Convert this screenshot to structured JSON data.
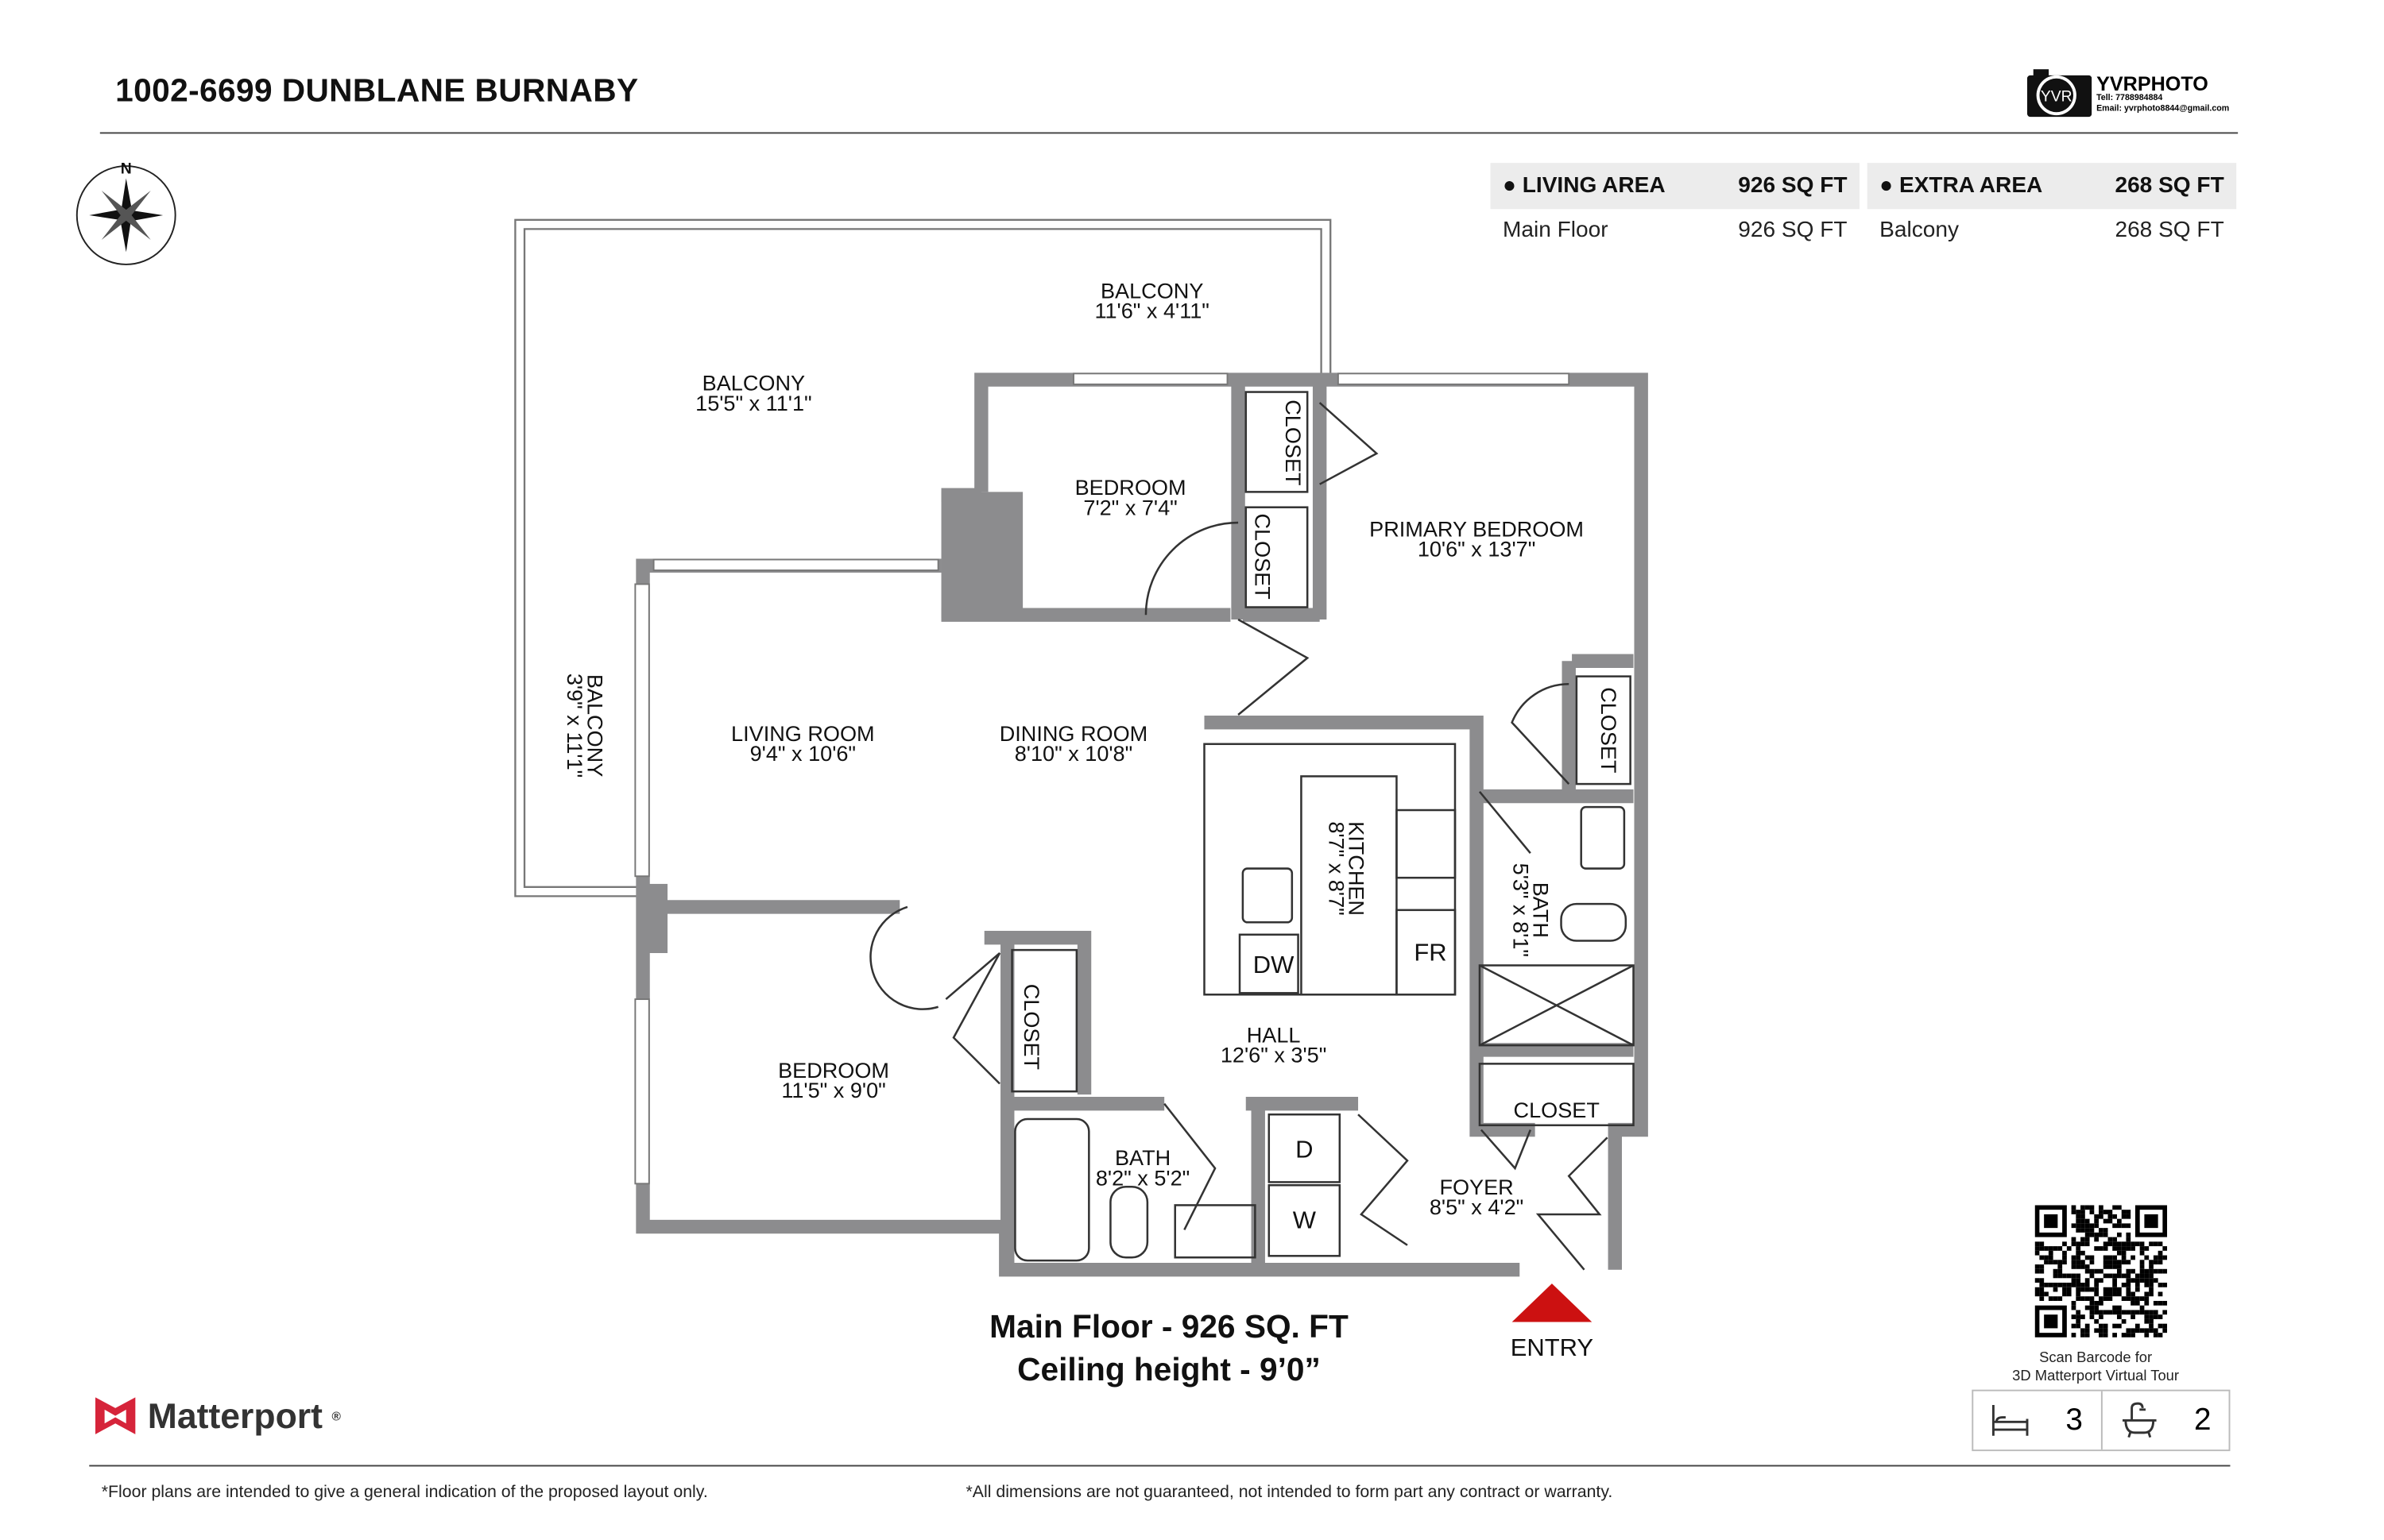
{
  "header": {
    "title": "1002-6699 DUNBLANE BURNABY"
  },
  "logo": {
    "name": "YVRPHOTO",
    "badge": "YVR",
    "tel": "Tell:  7788984884",
    "email": "Email:  yvrphoto8844@gmail.com"
  },
  "compass": {
    "north_label": "N"
  },
  "areas": {
    "living": {
      "label": "LIVING AREA",
      "total": "926 SQ FT",
      "rows": [
        {
          "name": "Main Floor",
          "value": "926 SQ FT"
        }
      ]
    },
    "extra": {
      "label": "EXTRA AREA",
      "total": "268 SQ FT",
      "rows": [
        {
          "name": "Balcony",
          "value": "268 SQ FT"
        }
      ]
    }
  },
  "rooms": {
    "balcony_top": {
      "name": "BALCONY",
      "dims": "11'6\" x 4'11\""
    },
    "balcony_main": {
      "name": "BALCONY",
      "dims": "15'5\" x 11'1\""
    },
    "balcony_side": {
      "name": "BALCONY",
      "dims": "3'9\" x 11'1\""
    },
    "bedroom_upper": {
      "name": "BEDROOM",
      "dims": "7'2\" x 7'4\""
    },
    "primary_bedroom": {
      "name": "PRIMARY BEDROOM",
      "dims": "10'6\" x 13'7\""
    },
    "living_room": {
      "name": "LIVING ROOM",
      "dims": "9'4\" x 10'6\""
    },
    "dining_room": {
      "name": "DINING ROOM",
      "dims": "8'10\" x 10'8\""
    },
    "kitchen": {
      "name": "KITCHEN",
      "dims": "8'7\" x 8'7\""
    },
    "bath_primary": {
      "name": "BATH",
      "dims": "5'3\" x 8'1\""
    },
    "hall": {
      "name": "HALL",
      "dims": "12'6\" x 3'5\""
    },
    "bedroom_lower": {
      "name": "BEDROOM",
      "dims": "11'5\" x 9'0\""
    },
    "bath_lower": {
      "name": "BATH",
      "dims": "8'2\" x 5'2\""
    },
    "foyer": {
      "name": "FOYER",
      "dims": "8'5\" x 4'2\""
    },
    "closet": "CLOSET",
    "dw": "DW",
    "fr": "FR",
    "dryer": "D",
    "washer": "W",
    "entry": "ENTRY"
  },
  "caption": {
    "line1": "Main Floor - 926 SQ. FT",
    "line2": "Ceiling height - 9’0”"
  },
  "matterport": {
    "label": "Matterport"
  },
  "qr": {
    "caption1": "Scan Barcode for",
    "caption2": "3D Matterport Virtual Tour"
  },
  "counts": {
    "bedrooms": "3",
    "bathrooms": "2",
    "bed_icon": "bed-icon",
    "bath_icon": "bathtub-icon"
  },
  "footer": {
    "left": "*Floor plans are intended to give a general indication of the proposed layout only.",
    "right": "*All dimensions are not guaranteed, not intended to form part any contract or warranty."
  },
  "colors": {
    "wall": "#8c8c8e",
    "entry_arrow": "#cc1111",
    "matterport_red": "#d6243a",
    "area_header_bg": "#ececec"
  }
}
